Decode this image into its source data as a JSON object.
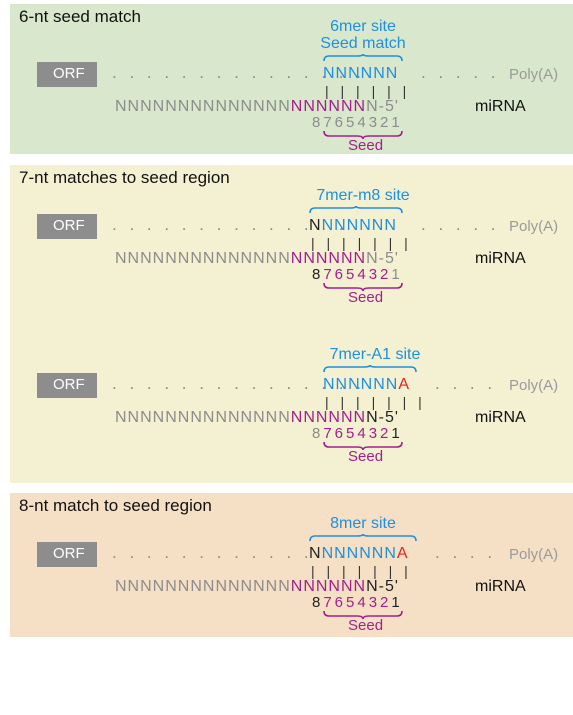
{
  "panels": [
    {
      "title": "6-nt seed match",
      "sites": [
        {
          "label_line1": "6mer site",
          "label_line2": "Seed match",
          "orf_label": "ORF",
          "mrna_pos8": "",
          "mrna_core": "NNNNNN",
          "mrna_pos1": "",
          "polya": "Poly(A)",
          "ticks": "| | | | | |",
          "mirna_prefix": "NNNNNNNNNNNNNN",
          "mirna_seed": "NNNNNN",
          "mirna_suffix": "N-5'",
          "mirna_label": "miRNA",
          "num8": "8",
          "num_seed": "765432",
          "num1": "1",
          "seed_label": "Seed"
        }
      ]
    },
    {
      "title": "7-nt matches to seed region",
      "sites": [
        {
          "label_line1": "7mer-m8 site",
          "orf_label": "ORF",
          "mrna_pos8": "N",
          "mrna_core": "NNNNNN",
          "mrna_pos1": "",
          "polya": "Poly(A)",
          "ticks": "| | | | | | |",
          "mirna_prefix": "NNNNNNNNNNNNNN",
          "mirna_seed": "NNNNNN",
          "mirna_suffix": "N-5'",
          "mirna_label": "miRNA",
          "num8": "8",
          "num_seed": "765432",
          "num1": "1",
          "seed_label": "Seed"
        },
        {
          "label_line1": "7mer-A1 site",
          "orf_label": "ORF",
          "mrna_pos8": "",
          "mrna_core": "NNNNNN",
          "mrna_pos1": "A",
          "polya": "Poly(A)",
          "ticks": "| | | | | | |",
          "mirna_prefix": "NNNNNNNNNNNNNN",
          "mirna_seed": "NNNNNN",
          "mirna_suffix": "N-5'",
          "mirna_label": "miRNA",
          "num8": "8",
          "num_seed": "765432",
          "num1": "1",
          "seed_label": "Seed"
        }
      ]
    },
    {
      "title": "8-nt match to seed region",
      "sites": [
        {
          "label_line1": "8mer site",
          "orf_label": "ORF",
          "mrna_pos8": "N",
          "mrna_core": "NNNNNN",
          "mrna_pos1": "A",
          "polya": "Poly(A)",
          "ticks": "| | | | | | |",
          "mirna_prefix": "NNNNNNNNNNNNNN",
          "mirna_seed": "NNNNNN",
          "mirna_suffix": "N-5'",
          "mirna_label": "miRNA",
          "num8": "8",
          "num_seed": "765432",
          "num1": "1",
          "seed_label": "Seed"
        }
      ]
    }
  ],
  "colors": {
    "site_blue": "#1f8fe0",
    "seed_magenta": "#a3208a",
    "a1_red": "#e0261f",
    "orf_grey": "#8d8d8d",
    "panel_green": "#d9e8cd",
    "panel_yellow": "#f4f0d2",
    "panel_orange": "#f6e0c5"
  }
}
